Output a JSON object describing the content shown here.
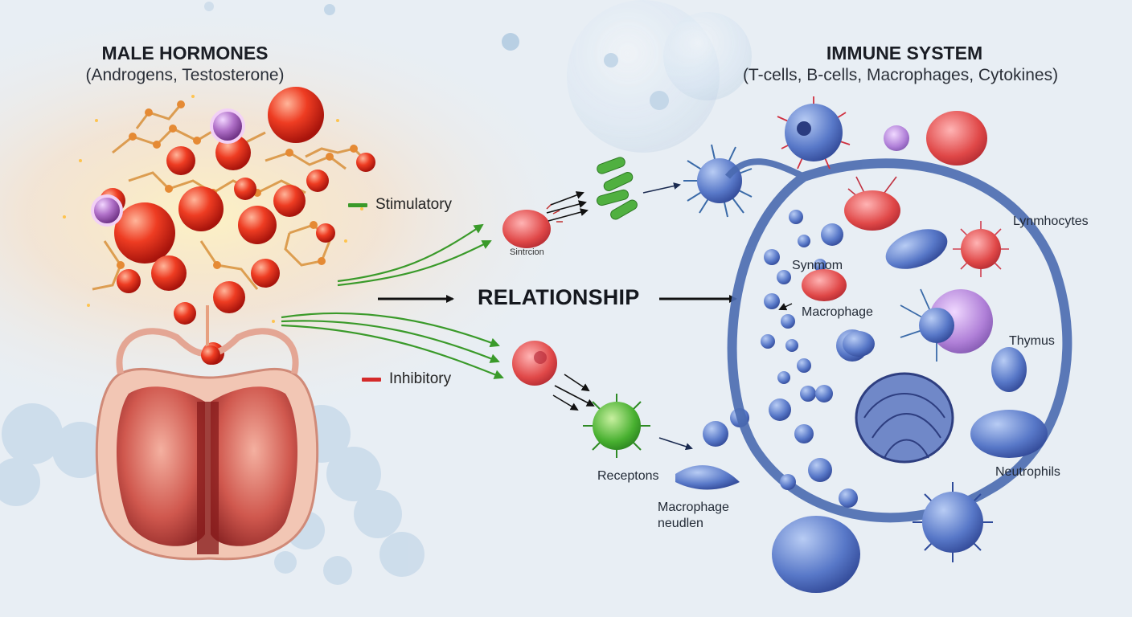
{
  "left_panel": {
    "title": "MALE HORMONES",
    "subtitle": "(Androgens, Testosterone)"
  },
  "right_panel": {
    "title": "IMMUNE SYSTEM",
    "subtitle": "(T-cells, B-cells, Macrophages, Cytokines)"
  },
  "legend": {
    "stimulatory_label": "Stimulatory",
    "stimulatory_color": "#3a9a2a",
    "inhibitory_label": "Inhibitory",
    "inhibitory_color": "#d42a2a"
  },
  "center": {
    "label": "RELATIONSHIP"
  },
  "cell_labels": {
    "upper_cell": "Sintrcion",
    "receptors": "Receptons",
    "macrophage_note": "Macrophage\nneudlen",
    "synom": "Synmom",
    "macrophage": "Macrophage",
    "lymphocytes": "Lynmhocytes",
    "thymus": "Thymus",
    "neutrophils": "Neutrophils"
  }
}
